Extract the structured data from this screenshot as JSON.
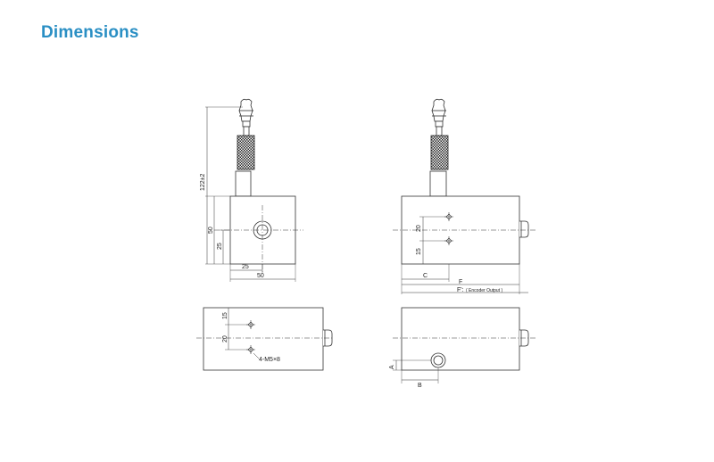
{
  "page": {
    "title": "Dimensions",
    "accent_color": "#2a8fc4"
  },
  "front_view": {
    "dim_height_total": "122±2",
    "dim_height_body": "50",
    "dim_center_vertical": "25",
    "dim_center_horizontal": "25",
    "dim_width": "50"
  },
  "side_view": {
    "dim_hole_spacing": "20",
    "dim_hole_offset": "15",
    "dim_c": "C",
    "dim_f": "F",
    "dim_f_prime": "F':",
    "dim_f_prime_note": "( Encoder Output )"
  },
  "bottom_view": {
    "dim_offset": "15",
    "dim_spacing": "20",
    "thread_callout": "4-M5×8"
  },
  "end_view": {
    "dim_a": "A",
    "dim_b": "B"
  }
}
